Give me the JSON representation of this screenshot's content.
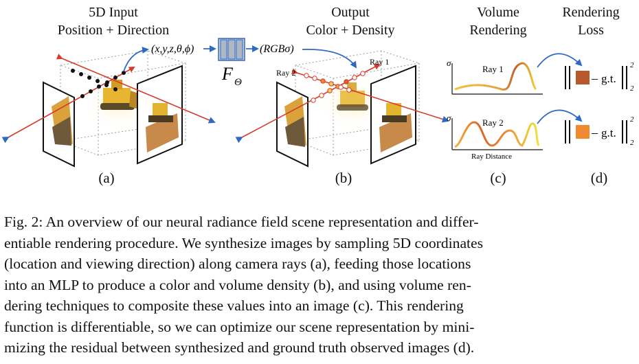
{
  "headers": {
    "a_line1": "5D Input",
    "a_line2": "Position + Direction",
    "b_line1": "Output",
    "b_line2": "Color + Density",
    "c_line1": "Volume",
    "c_line2": "Rendering",
    "d_line1": "Rendering",
    "d_line2": "Loss"
  },
  "network": {
    "input_label": "(x,y,z,θ,ϕ)",
    "output_label": "(RGBσ)",
    "f_symbol": "F",
    "f_subscript": "Θ"
  },
  "panel_b": {
    "ray1": "Ray 1",
    "ray2": "Ray 2"
  },
  "panel_c": {
    "sigma": "σ",
    "ray1": "Ray 1",
    "ray2": "Ray 2",
    "xlabel": "Ray Distance"
  },
  "panel_d": {
    "minus": "–",
    "gt": "g.t.",
    "sup": "2",
    "sub": "2",
    "color1": "#b5582a",
    "color2": "#f08a32"
  },
  "sublabels": [
    "(a)",
    "(b)",
    "(c)",
    "(d)"
  ],
  "caption_lines": [
    "Fig. 2: An overview of our neural radiance field scene representation and differ-",
    "entiable rendering procedure. We synthesize images by sampling 5D coordinates",
    "(location and viewing direction) along camera rays (a), feeding those locations",
    "into an MLP to produce a color and volume density (b), and using volume ren-",
    "dering techniques to composite these values into an image (c). This rendering",
    "function is differentiable, so we can optimize our scene representation by mini-",
    "mizing the residual between synthesized and ground truth observed images (d)."
  ]
}
